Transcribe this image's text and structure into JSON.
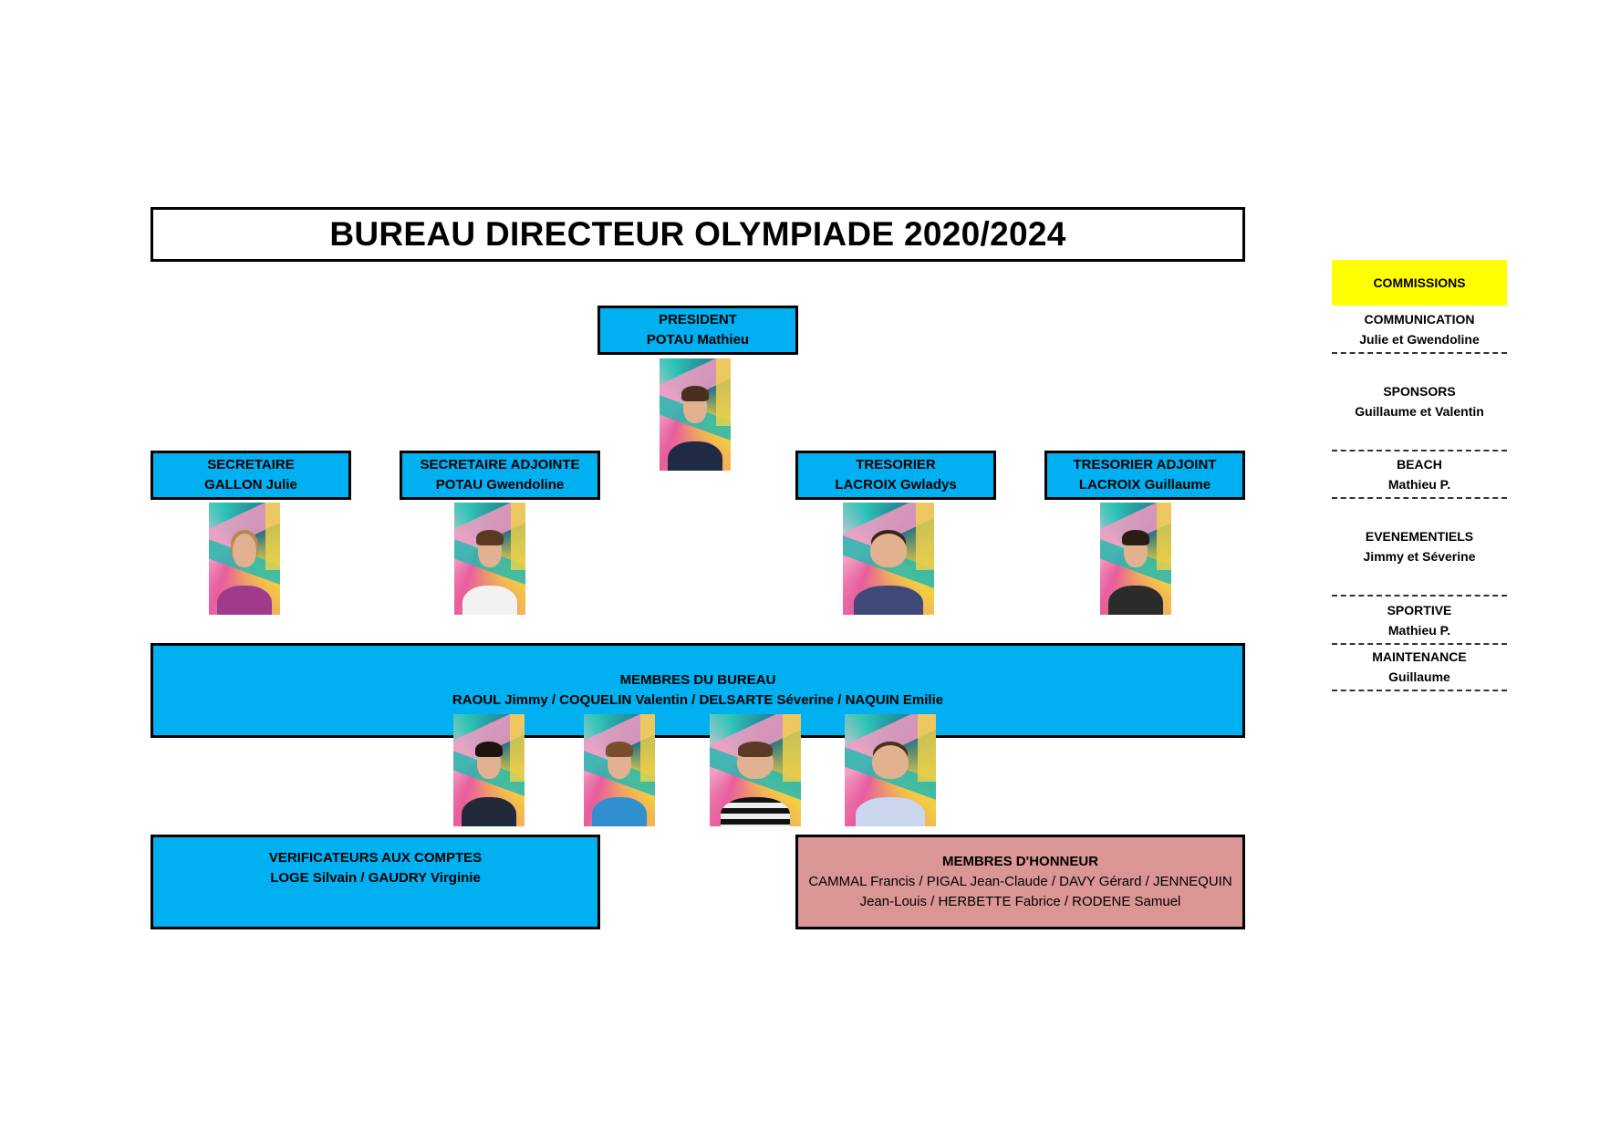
{
  "title": "BUREAU DIRECTEUR OLYMPIADE 2020/2024",
  "president": {
    "role": "PRESIDENT",
    "name": "POTAU Mathieu"
  },
  "secretaire": {
    "role": "SECRETAIRE",
    "name": "GALLON Julie"
  },
  "secretaire_adjointe": {
    "role": "SECRETAIRE ADJOINTE",
    "name": "POTAU Gwendoline"
  },
  "tresorier": {
    "role": "TRESORIER",
    "name": "LACROIX Gwladys"
  },
  "tresorier_adjoint": {
    "role": "TRESORIER ADJOINT",
    "name": "LACROIX Guillaume"
  },
  "membres_bureau": {
    "title": "MEMBRES DU BUREAU",
    "names": "RAOUL Jimmy / COQUELIN Valentin / DELSARTE Séverine / NAQUIN Emilie"
  },
  "verificateurs": {
    "title": "VERIFICATEURS AUX COMPTES",
    "names": "LOGE Silvain / GAUDRY Virginie"
  },
  "membres_honneur": {
    "title": "MEMBRES D'HONNEUR",
    "line1": "CAMMAL Francis / PIGAL Jean-Claude / DAVY Gérard / JENNEQUIN",
    "line2": "Jean-Louis / HERBETTE Fabrice / RODENE Samuel"
  },
  "commissions": {
    "header": "COMMISSIONS",
    "items": [
      {
        "title": "COMMUNICATION",
        "members": "Julie et Gwendoline"
      },
      {
        "title": "SPONSORS",
        "members": "Guillaume et Valentin"
      },
      {
        "title": "BEACH",
        "members": "Mathieu P."
      },
      {
        "title": "EVENEMENTIELS",
        "members": "Jimmy et Séverine"
      },
      {
        "title": "SPORTIVE",
        "members": "Mathieu P."
      },
      {
        "title": "MAINTENANCE",
        "members": "Guillaume"
      }
    ]
  }
}
